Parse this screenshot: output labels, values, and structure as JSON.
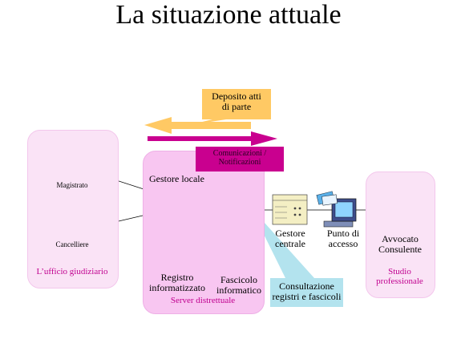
{
  "title": "La situazione attuale",
  "groups": {
    "office": {
      "label": "L’ufficio giudiziario",
      "label_color": "#c0008f"
    },
    "server": {
      "title": "Gestore locale",
      "label": "Server distrettuale",
      "label_color": "#c0008f"
    },
    "studio": {
      "label_line1": "Studio",
      "label_line2": "professionale",
      "label_color": "#c0008f"
    }
  },
  "people": {
    "magistrato": "Magistrato",
    "cancelliere": "Cancelliere",
    "avvocato_line1": "Avvocato",
    "avvocato_line2": "Consulente"
  },
  "components": {
    "registro_line1": "Registro",
    "registro_line2": "informatizzato",
    "fascicolo_line1": "Fascicolo",
    "fascicolo_line2": "informatico",
    "gestore_centrale_line1": "Gestore",
    "gestore_centrale_line2": "centrale",
    "punto_accesso_line1": "Punto di",
    "punto_accesso_line2": "accesso"
  },
  "callouts": {
    "deposito_line1": "Deposito atti",
    "deposito_line2": "di parte",
    "deposito_color": "#ffc964",
    "comunicazioni_line1": "Comunicazioni /",
    "comunicazioni_line2": "Notificazioni",
    "comunicazioni_color": "#c9008f",
    "consultazione_line1": "Consultazione",
    "consultazione_line2": "registri e fascicoli",
    "consultazione_color": "#b3e3ee"
  }
}
